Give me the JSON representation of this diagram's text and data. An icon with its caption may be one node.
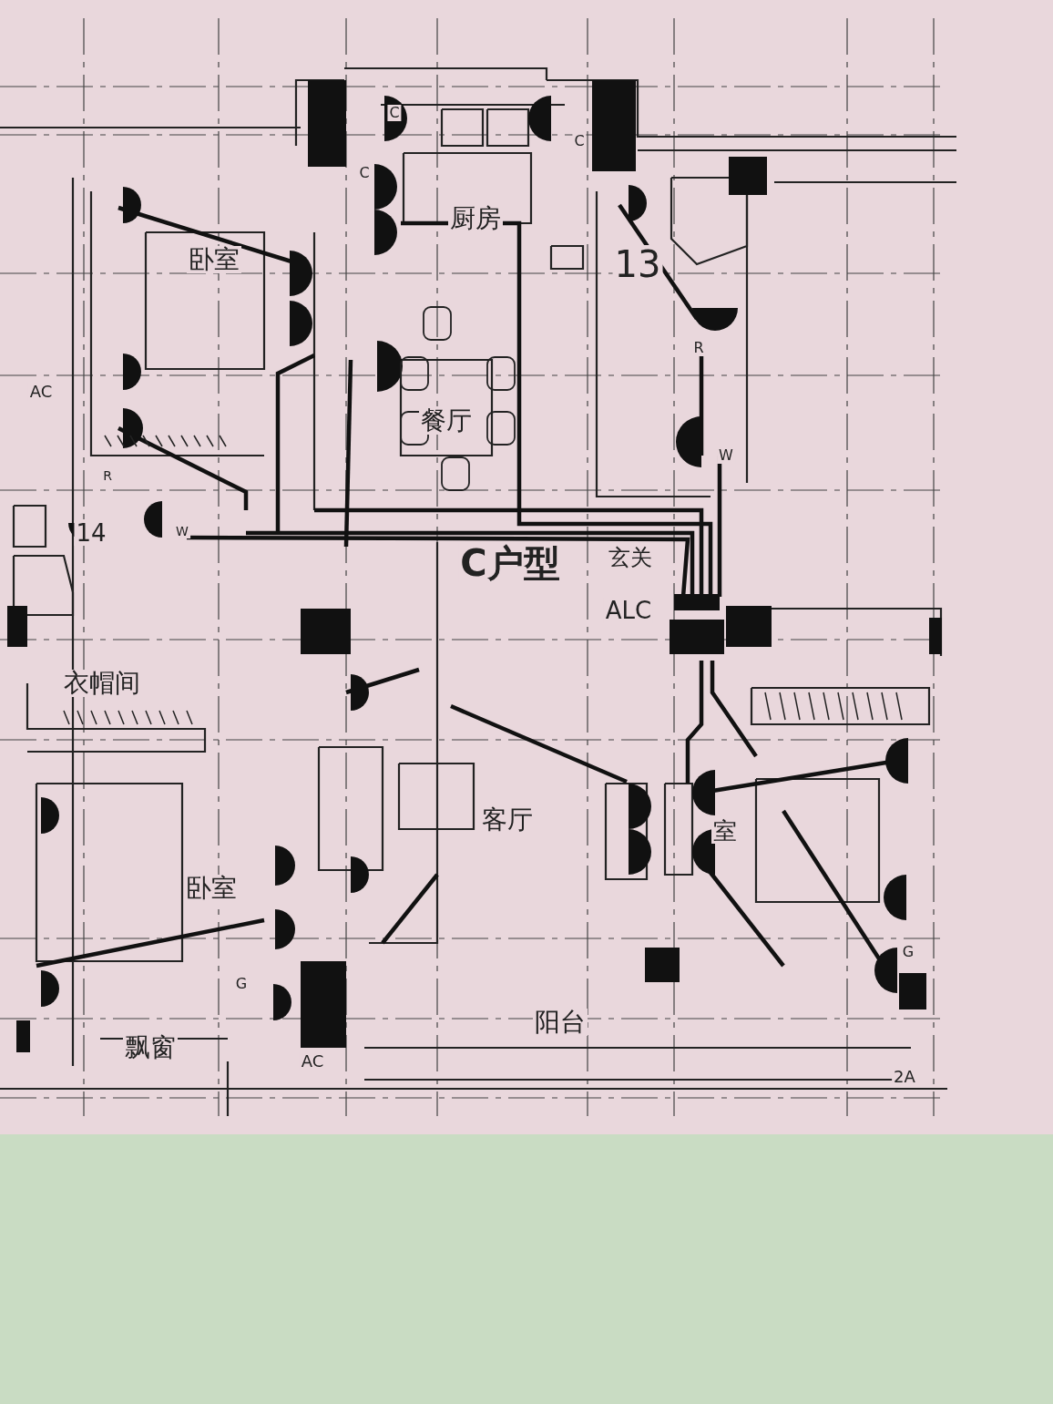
{
  "diagram": {
    "labels": [
      "C",
      "C",
      "C",
      "厨房",
      "卧室",
      "13",
      "餐厅",
      "AC",
      "R",
      "W",
      "14",
      "R",
      "W",
      "C户型",
      "玄关",
      "ALC",
      "衣帽间",
      "客厅",
      "卧室",
      "室",
      "G",
      "G",
      "阳台",
      "飘窗",
      "AC",
      "2A"
    ]
  }
}
